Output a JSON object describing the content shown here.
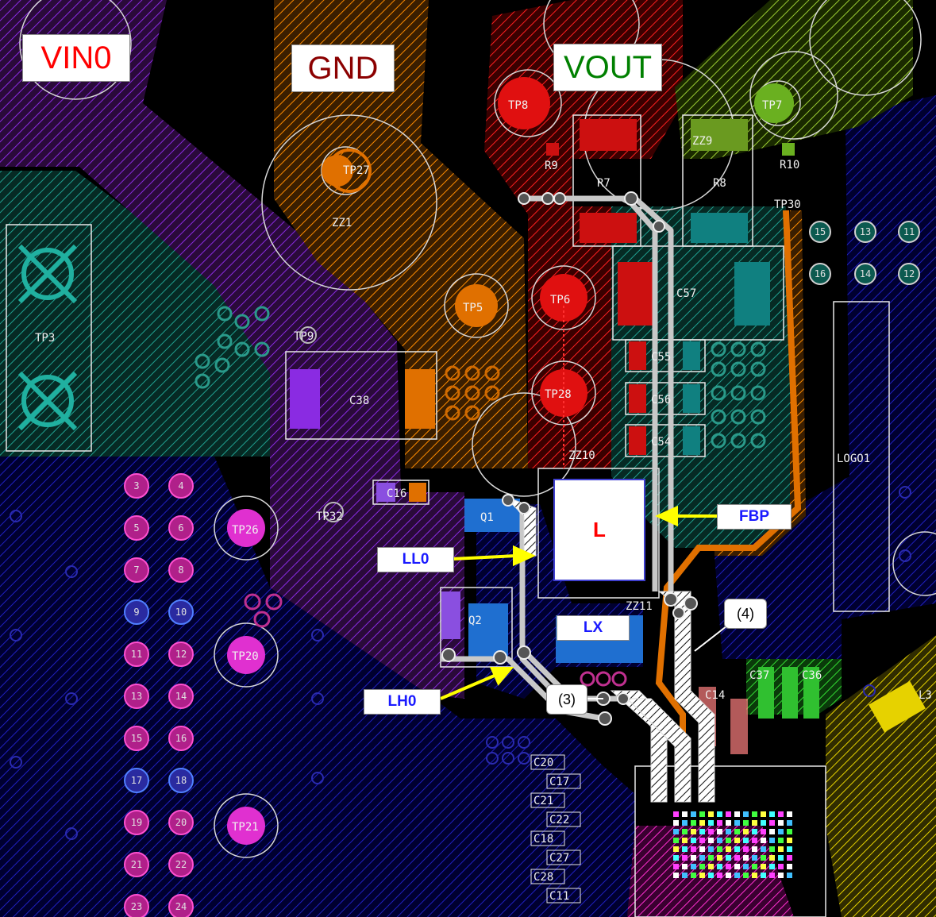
{
  "net_labels": {
    "vin": {
      "text": "VIN0",
      "color": "#ff0000"
    },
    "gnd": {
      "text": "GND",
      "color": "#8b0000"
    },
    "vout": {
      "text": "VOUT",
      "color": "#008000"
    }
  },
  "callouts": {
    "inductor": {
      "text": "L",
      "color": "#ff0000"
    },
    "fbp": "FBP",
    "ll0": "LL0",
    "lx": "LX",
    "lh0": "LH0",
    "note3": "(3)",
    "note4": "(4)"
  },
  "refdes": {
    "tp8": "TP8",
    "tp7": "TP7",
    "tp27": "TP27",
    "zz1": "ZZ1",
    "r9": "R9",
    "r7": "R7",
    "r8": "R8",
    "zz9": "ZZ9",
    "r10": "R10",
    "tp30": "TP30",
    "tp3": "TP3",
    "tp9": "TP9",
    "tp5": "TP5",
    "tp6": "TP6",
    "c57": "C57",
    "c38": "C38",
    "c55": "C55",
    "c56": "C56",
    "c54": "C54",
    "tp28": "TP28",
    "zz10": "ZZ10",
    "c16": "C16",
    "q1": "Q1",
    "tp32": "TP32",
    "tp26": "TP26",
    "q2": "Q2",
    "zz11": "ZZ11",
    "tp20": "TP20",
    "tp21": "TP21",
    "logo": "LOGO1",
    "c14": "C14",
    "c37": "C37",
    "c36": "C36",
    "l3": "L3",
    "u_caps": [
      "C20",
      "C17",
      "C21",
      "C22",
      "C18",
      "C27",
      "C28",
      "C11"
    ]
  },
  "pad_numbers": {
    "header_left": [
      "3",
      "5",
      "7",
      "9",
      "11",
      "13",
      "15",
      "17",
      "19",
      "21",
      "23"
    ],
    "header_right": [
      "4",
      "6",
      "8",
      "10",
      "12",
      "14",
      "16",
      "18",
      "20",
      "22",
      "24"
    ],
    "right_vias_top": [
      "15",
      "13",
      "11"
    ],
    "right_vias_bottom": [
      "16",
      "14",
      "12"
    ]
  },
  "colors": {
    "vin_net": "#8a2be2",
    "gnd_net": "#ff8c00",
    "vout_net": "#ff2020",
    "teal_net": "#20a090",
    "blue_plane": "#2020c0",
    "green_net": "#9acd32",
    "route": "#c0c0c0",
    "arrow": "#ffff00"
  }
}
